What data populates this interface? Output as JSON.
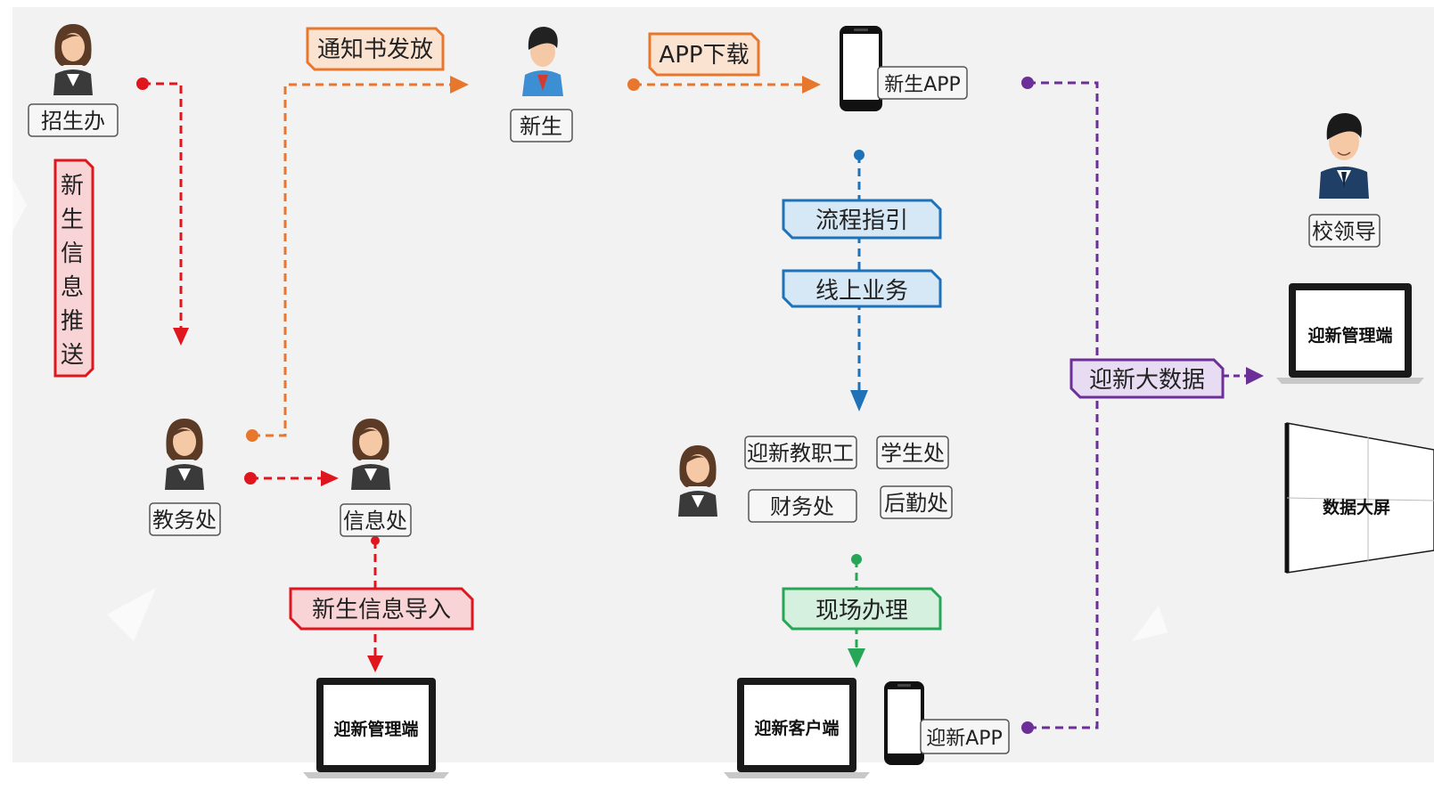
{
  "colors": {
    "red": "#e0161e",
    "red_fill": "#f9d4d6",
    "orange": "#e8772e",
    "orange_fill": "#fbe3d2",
    "blue": "#1f72b8",
    "blue_fill": "#d6e8f6",
    "green": "#28a658",
    "green_fill": "#d6f0df",
    "purple": "#6b2f97",
    "purple_fill": "#e8dcf3",
    "background": "#f2f2f2"
  },
  "actors": {
    "admissions": "招生办",
    "academic": "教务处",
    "info_office": "信息处",
    "student": "新生",
    "leader": "校领导",
    "staff": "迎新教职工",
    "student_affairs": "学生处",
    "finance": "财务处",
    "logistics": "后勤处"
  },
  "flows": {
    "push_info": "新生信息推送",
    "notice": "通知书发放",
    "app_download": "APP下载",
    "import_info": "新生信息导入",
    "guide": "流程指引",
    "online": "线上业务",
    "onsite": "现场办理",
    "big_data": "迎新大数据"
  },
  "devices": {
    "student_app": "新生APP",
    "welcome_app": "迎新APP",
    "mgmt_left": "迎新管理端",
    "mgmt_right": "迎新管理端",
    "client": "迎新客户端",
    "big_screen": "数据大屏"
  }
}
